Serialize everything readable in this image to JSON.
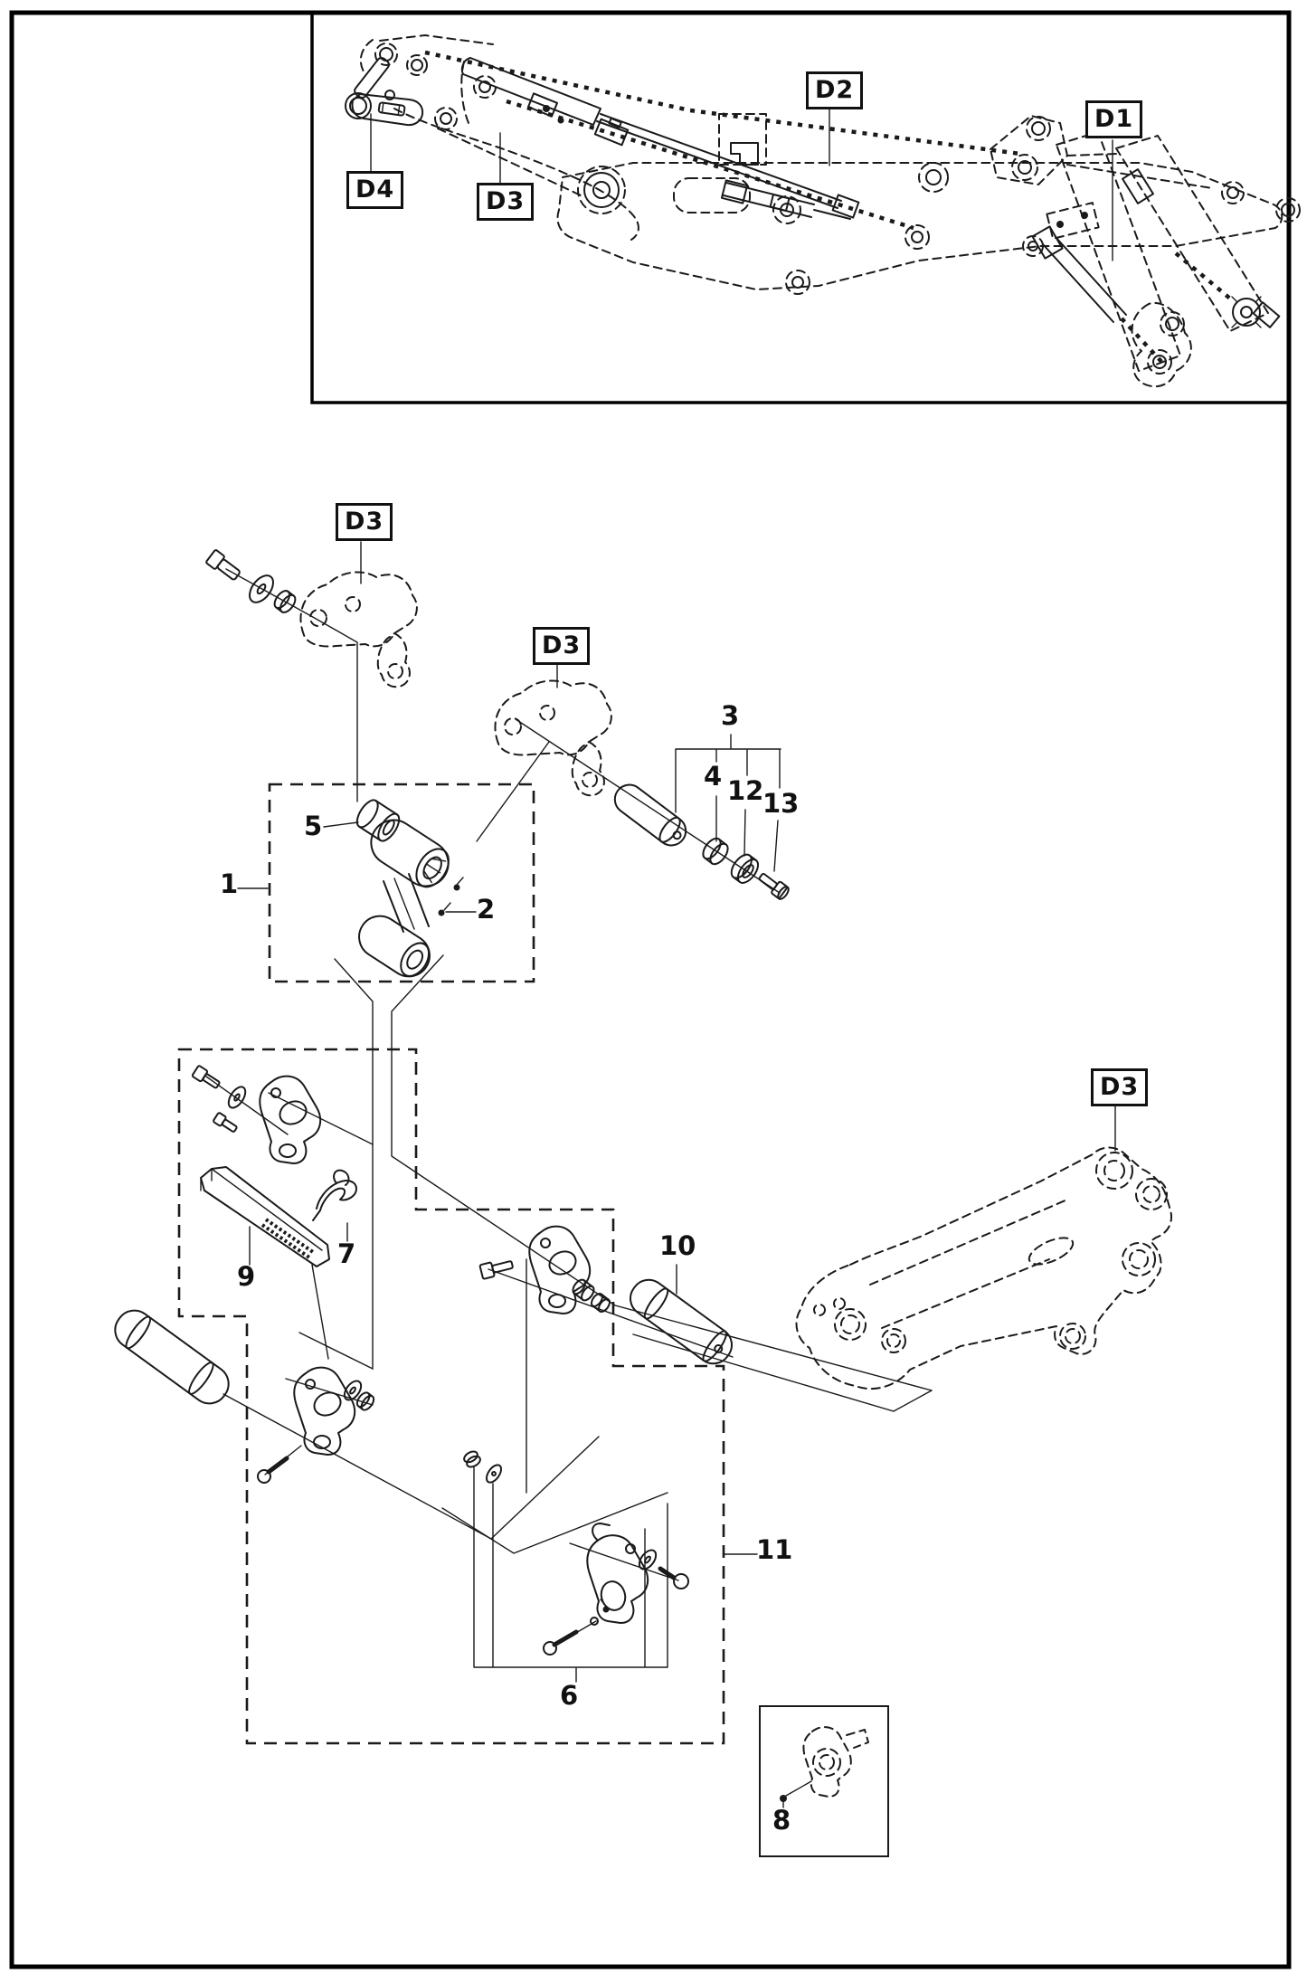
{
  "diagram": {
    "kind": "exploded-parts-drawing",
    "colors": {
      "line": "#1a1a1a",
      "background": "#ffffff",
      "label_border": "#111111"
    }
  },
  "labels": {
    "ref": [
      {
        "id": "D4",
        "text": "D4"
      },
      {
        "id": "D3-top",
        "text": "D3"
      },
      {
        "id": "D2",
        "text": "D2"
      },
      {
        "id": "D1",
        "text": "D1"
      },
      {
        "id": "D3-mid-left",
        "text": "D3"
      },
      {
        "id": "D3-mid-center",
        "text": "D3"
      },
      {
        "id": "D3-right",
        "text": "D3"
      }
    ],
    "parts": [
      {
        "id": "1",
        "text": "1"
      },
      {
        "id": "2",
        "text": "2"
      },
      {
        "id": "3",
        "text": "3"
      },
      {
        "id": "4",
        "text": "4"
      },
      {
        "id": "5",
        "text": "5"
      },
      {
        "id": "6",
        "text": "6"
      },
      {
        "id": "7",
        "text": "7"
      },
      {
        "id": "8",
        "text": "8"
      },
      {
        "id": "9",
        "text": "9"
      },
      {
        "id": "10",
        "text": "10"
      },
      {
        "id": "11",
        "text": "11"
      },
      {
        "id": "12",
        "text": "12"
      },
      {
        "id": "13",
        "text": "13"
      }
    ]
  }
}
